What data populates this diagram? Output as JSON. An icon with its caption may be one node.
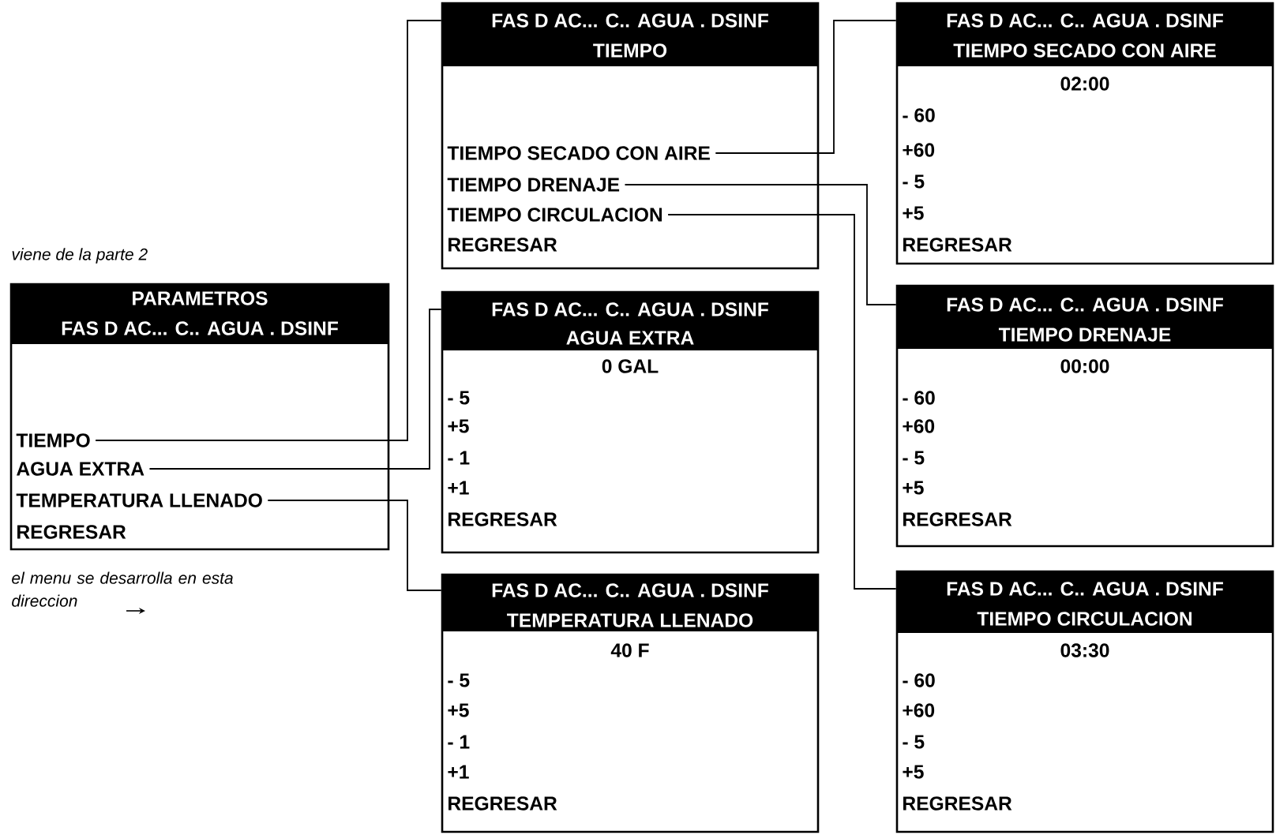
{
  "diagram": {
    "nodes": [
      {
        "text": [
          "PARAMETROS",
          "FAS D AC... C.. AGUA . DSINF",
          "REGRESAR"
        ]
      },
      {
        "text": [
          "TIEMPO"
        ],
        "in": 0
      },
      {
        "text": [
          "AGUA EXTRA"
        ],
        "in": 0
      },
      {
        "text": [
          "TEMPERATURA LLENADO"
        ],
        "in": 0
      },
      {
        "text": [
          "FAS D AC... C.. AGUA . DSINF",
          "TIEMPO",
          "REGRESAR"
        ]
      },
      {
        "text": [
          "TIEMPO SECADO CON AIRE"
        ],
        "in": 4
      },
      {
        "text": [
          "TIEMPO DRENAJE"
        ],
        "in": 4
      },
      {
        "text": [
          "TIEMPO CIRCULACION"
        ],
        "in": 4
      },
      {
        "text": [
          "FAS D AC... C.. AGUA . DSINF",
          "AGUA EXTRA",
          "0 GAL",
          "- 5",
          "+5",
          "- 1",
          "+1",
          "REGRESAR"
        ]
      },
      {
        "text": [
          "FAS D AC... C.. AGUA . DSINF",
          "TEMPERATURA LLENADO",
          "40 F",
          "- 5",
          "+5",
          "- 1",
          "+1",
          "REGRESAR"
        ]
      },
      {
        "text": [
          "FAS D AC... C.. AGUA . DSINF",
          "TIEMPO SECADO CON AIRE",
          "02:00",
          "- 60",
          "+60",
          "- 5",
          "+5",
          "REGRESAR"
        ]
      },
      {
        "text": [
          "FAS D AC... C.. AGUA . DSINF",
          "TIEMPO DRENAJE",
          "00:00",
          "- 60",
          "+60",
          "- 5",
          "+5",
          "REGRESAR"
        ]
      },
      {
        "text": [
          "FAS D AC... C.. AGUA . DSINF",
          "TIEMPO CIRCULACION",
          "03:30",
          "- 60",
          "+60",
          "- 5",
          "+5",
          "REGRESAR"
        ]
      }
    ],
    "edges": [
      {
        "from": 1,
        "to": 4,
        "arrow": "none"
      },
      {
        "from": 2,
        "to": 8,
        "arrow": "none"
      },
      {
        "from": 3,
        "to": 9,
        "arrow": "none"
      },
      {
        "from": 5,
        "to": 10,
        "arrow": "none"
      },
      {
        "from": 6,
        "to": 11,
        "arrow": "none"
      },
      {
        "from": 7,
        "to": 12,
        "arrow": "none"
      }
    ],
    "labels": [
      "viene de la parte 2",
      "el menu se desarrolla en esta direccion"
    ]
  }
}
